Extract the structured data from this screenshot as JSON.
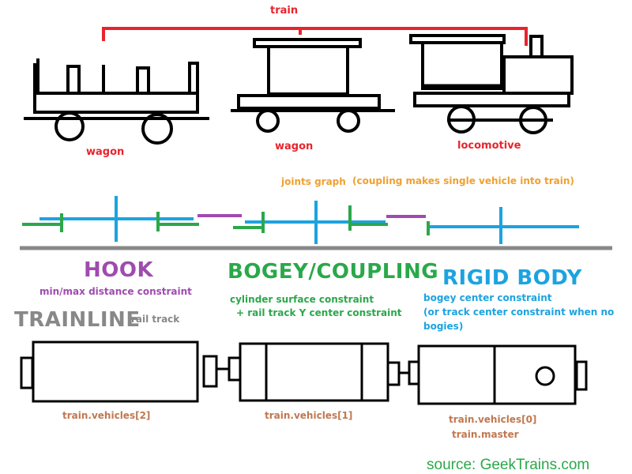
{
  "labels": {
    "train": "train",
    "wagon_1": "wagon",
    "wagon_2": "wagon",
    "locomotive": "locomotive",
    "joints_graph": "joints graph",
    "coupling_note": "(coupling makes single vehicle into train)",
    "hook_title": "HOOK",
    "hook_desc": "min/max distance constraint",
    "bogey_title": "BOGEY/COUPLING",
    "bogey_desc_1": "cylinder  surface constraint",
    "bogey_desc_2": "+ rail track Y center  constraint",
    "rigid_title": "RIGID BODY",
    "rigid_desc_1": "bogey center constraint",
    "rigid_desc_2": "(or track center constraint when no",
    "rigid_desc_3": "bogies)",
    "trainline_title": "TRAINLINE",
    "trainline_desc": "rail track",
    "vehicle_2": "train.vehicles[2]",
    "vehicle_1": "train.vehicles[1]",
    "vehicle_0": "train.vehicles[0]",
    "master": "train.master",
    "source": "source: GeekTrains.com"
  },
  "colors": {
    "train_bracket": "#e8242c",
    "rigid_body": "#1ca3e0",
    "bogey": "#2aa84a",
    "hook": "#a04ab0",
    "trainline": "#888888",
    "vehicle_label": "#c07850"
  }
}
